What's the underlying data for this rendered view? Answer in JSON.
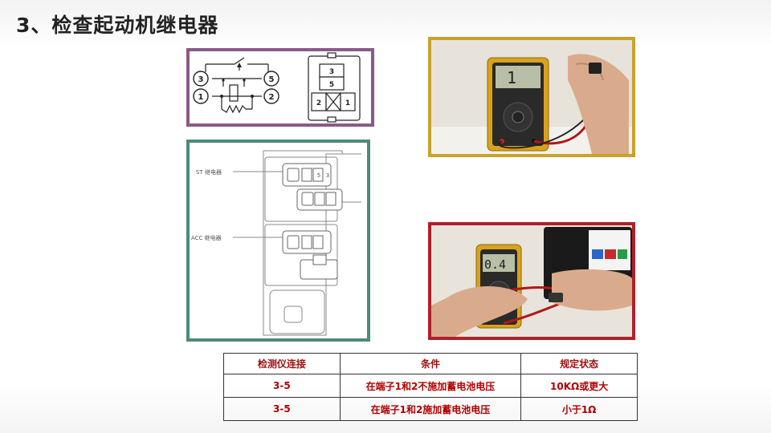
{
  "slide": {
    "title": "3、检查起动机继电器"
  },
  "schematic": {
    "terminals": [
      "3",
      "5",
      "1",
      "2"
    ],
    "connector_pins": [
      "3",
      "5",
      "2",
      "1"
    ]
  },
  "fusebox": {
    "st_label": "ST 继电器",
    "acc_label": "ACC 继电器",
    "relay_pins": [
      "5",
      "3"
    ]
  },
  "photo1": {
    "display": "1"
  },
  "photo2": {
    "display": "0.4"
  },
  "table": {
    "headers": [
      "检测仪连接",
      "条件",
      "规定状态"
    ],
    "rows": [
      [
        "3-5",
        "在端子1和2不施加蓄电池电压",
        "10KΩ或更大"
      ],
      [
        "3-5",
        "在端子1和2施加蓄电池电压",
        "小于1Ω"
      ]
    ]
  },
  "colors": {
    "schematic_border": "#8a5a86",
    "fusebox_border": "#4d8a7a",
    "photo1_border": "#c9a22c",
    "photo2_border": "#b0202a",
    "table_text": "#b00000"
  }
}
